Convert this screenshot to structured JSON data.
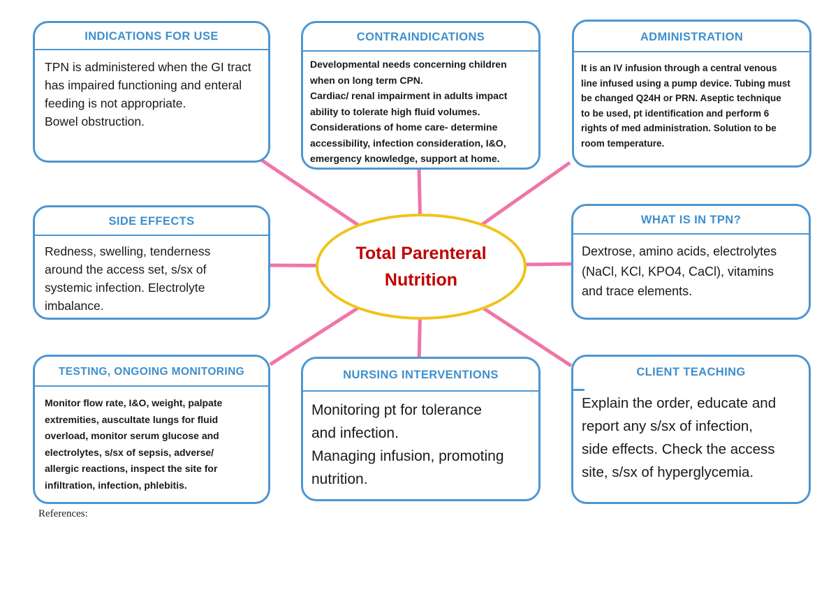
{
  "center": {
    "title": "Total Parenteral\nNutrition"
  },
  "nodes": {
    "indications": {
      "title": "INDICATIONS FOR USE",
      "body": "TPN is administered when the GI tract\nhas impaired functioning and enteral\nfeeding is not appropriate.\nBowel obstruction."
    },
    "contraindications": {
      "title": "CONTRAINDICATIONS",
      "body": "Developmental needs concerning children\nwhen on long term CPN.\nCardiac/ renal impairment in adults impact\nability to tolerate high fluid volumes.\nConsiderations of home care- determine\naccessibility, infection consideration, I&O,\nemergency knowledge, support at home."
    },
    "administration": {
      "title": "ADMINISTRATION",
      "body": "It is an IV infusion through a central venous\nline infused using a pump device. Tubing must\nbe changed Q24H or PRN. Aseptic technique\nto be used, pt identification and perform 6\nrights of med administration. Solution to be\nroom temperature."
    },
    "side_effects": {
      "title": "SIDE EFFECTS",
      "body": "Redness, swelling, tenderness\naround the access set, s/sx of\nsystemic infection. Electrolyte\nimbalance."
    },
    "what_is_in_tpn": {
      "title": "WHAT IS IN TPN?",
      "body": "Dextrose, amino acids, electrolytes\n(NaCl, KCl, KPO4, CaCl), vitamins\nand trace elements."
    },
    "testing_monitoring": {
      "title": "TESTING, ONGOING MONITORING",
      "body": "Monitor flow rate, I&O, weight, palpate\nextremities, auscultate lungs for fluid\noverload, monitor serum glucose and\nelectrolytes, s/sx of sepsis, adverse/\nallergic reactions, inspect the site for\ninfiltration, infection, phlebitis."
    },
    "nursing_interventions": {
      "title": "NURSING INTERVENTIONS",
      "body": "Monitoring pt for tolerance\nand infection.\nManaging infusion, promoting\nnutrition."
    },
    "client_teaching": {
      "title": "CLIENT TEACHING",
      "body": "Explain the order, educate and\nreport any s/sx of infection,\nside effects. Check the access\nsite,  s/sx of hyperglycemia."
    }
  },
  "references": {
    "label": "References:"
  },
  "colors": {
    "box_border_blue": "#4d96d2",
    "title_blue": "#3e8fcc",
    "connector_pink": "#f075a8",
    "ellipse_yellow": "#f0c318",
    "center_text_red": "#c00000"
  }
}
